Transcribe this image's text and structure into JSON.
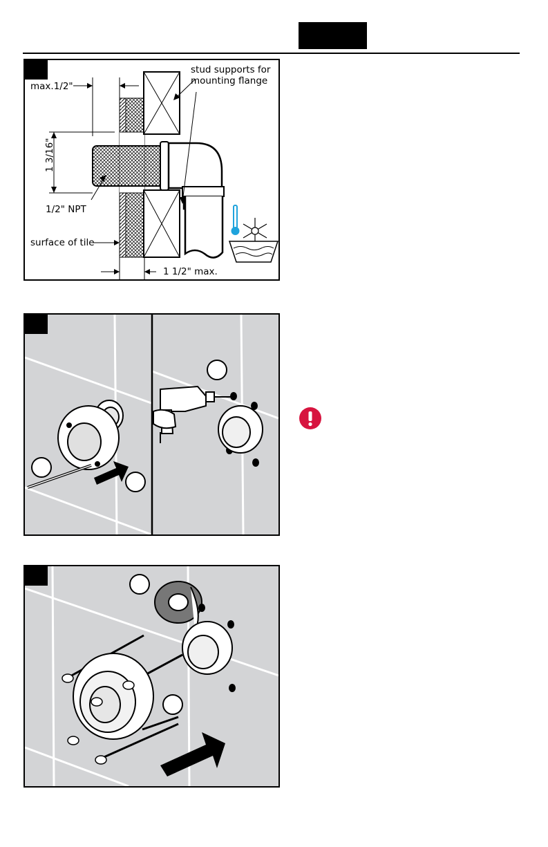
{
  "figure1": {
    "label_max_half": "max.1/2\"",
    "label_stud_line1": "stud supports for",
    "label_stud_line2": "mounting flange",
    "label_height": "1 3/16\"",
    "label_npt": "1/2\" NPT",
    "label_surface": "surface of tile",
    "label_max_1half": "1 1/2\" max."
  },
  "icons": [
    "freeze-warning-icon",
    "caution-exclamation-icon",
    "drill-icon",
    "motion-arrow-icon"
  ],
  "colors": {
    "panel_bg": "#d3d4d6",
    "thermometer": "#1fa3dc",
    "alert": "#d7143f"
  }
}
